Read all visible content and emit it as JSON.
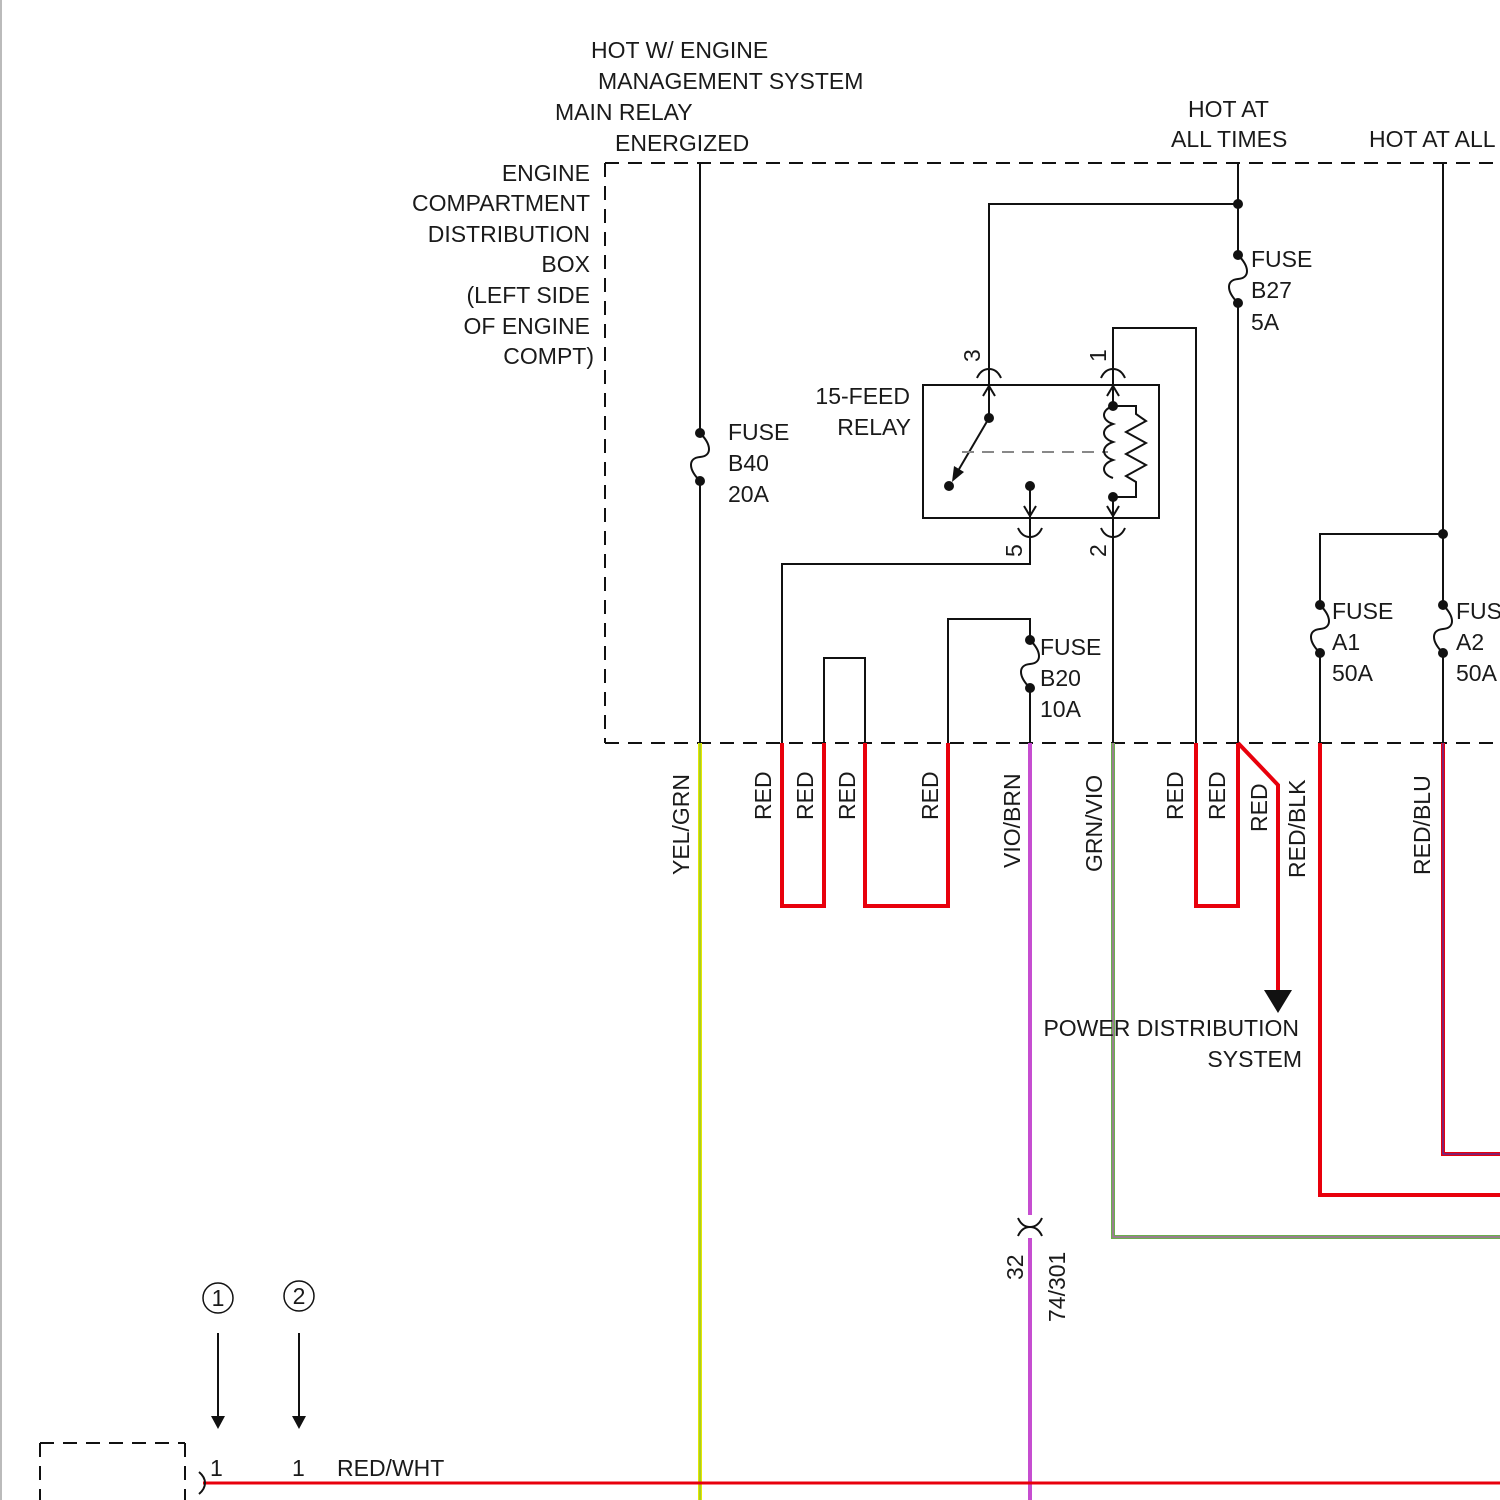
{
  "colors": {
    "red": "#e8000c",
    "yellow": "#e4e800",
    "violet": "#c64ed0",
    "green": "#6ab04c",
    "blue_stripe": "#2040d0",
    "ink": "#111111"
  },
  "labels": {
    "hot_engine_mgmt": [
      "HOT W/ ENGINE",
      "MANAGEMENT SYSTEM",
      "MAIN RELAY",
      "ENERGIZED"
    ],
    "hot_at_all_times": [
      "HOT AT",
      "ALL TIMES"
    ],
    "hot_at_all_right": "HOT AT ALL",
    "distribution_box": [
      "ENGINE",
      "COMPARTMENT",
      "DISTRIBUTION",
      "BOX",
      "(LEFT SIDE",
      "OF ENGINE",
      "COMPT)"
    ],
    "relay": [
      "15-FEED",
      "RELAY"
    ],
    "power_distribution": [
      "POWER DISTRIBUTION",
      "SYSTEM"
    ],
    "connector_32": "32",
    "connector_ref": "74/301",
    "callout_1": "1",
    "callout_2": "2",
    "bottom_pin_1": "1",
    "bottom_pin_2": "1",
    "bottom_wire": "RED/WHT"
  },
  "fuses": [
    {
      "label": "FUSE",
      "id": "B40",
      "rating": "20A"
    },
    {
      "label": "FUSE",
      "id": "B27",
      "rating": "5A"
    },
    {
      "label": "FUSE",
      "id": "B20",
      "rating": "10A"
    },
    {
      "label": "FUSE",
      "id": "A1",
      "rating": "50A"
    },
    {
      "label": "FUSE",
      "id": "A2",
      "rating": "50A"
    }
  ],
  "relay_pins": [
    "3",
    "1",
    "5",
    "2"
  ],
  "wire_colors": [
    "YEL/GRN",
    "RED",
    "RED",
    "RED",
    "RED",
    "VIO/BRN",
    "GRN/VIO",
    "RED",
    "RED",
    "RED",
    "RED/BLK",
    "RED/BLU"
  ]
}
